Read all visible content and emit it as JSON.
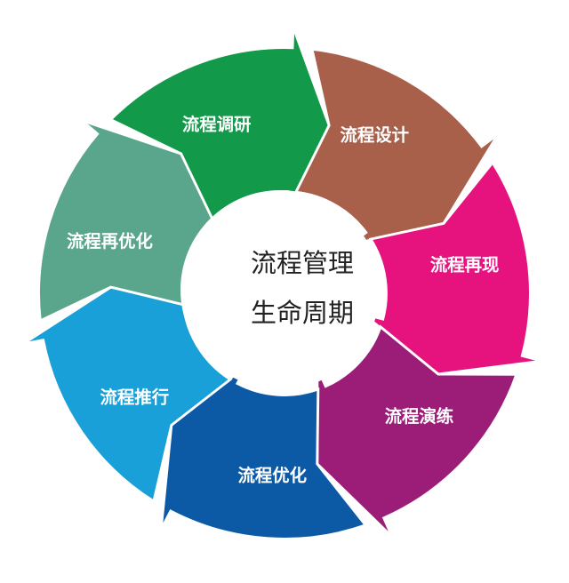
{
  "center": {
    "line1": "流程管理",
    "line2": "生命周期"
  },
  "segments": [
    {
      "label": "流程调研",
      "color": "#12994a"
    },
    {
      "label": "流程设计",
      "color": "#a8604a"
    },
    {
      "label": "流程再现",
      "color": "#e6137f"
    },
    {
      "label": "流程演练",
      "color": "#9c1d78"
    },
    {
      "label": "流程优化",
      "color": "#0c5aa6"
    },
    {
      "label": "流程推行",
      "color": "#1aa0d8"
    },
    {
      "label": "流程再优化",
      "color": "#5aa68c"
    }
  ]
}
